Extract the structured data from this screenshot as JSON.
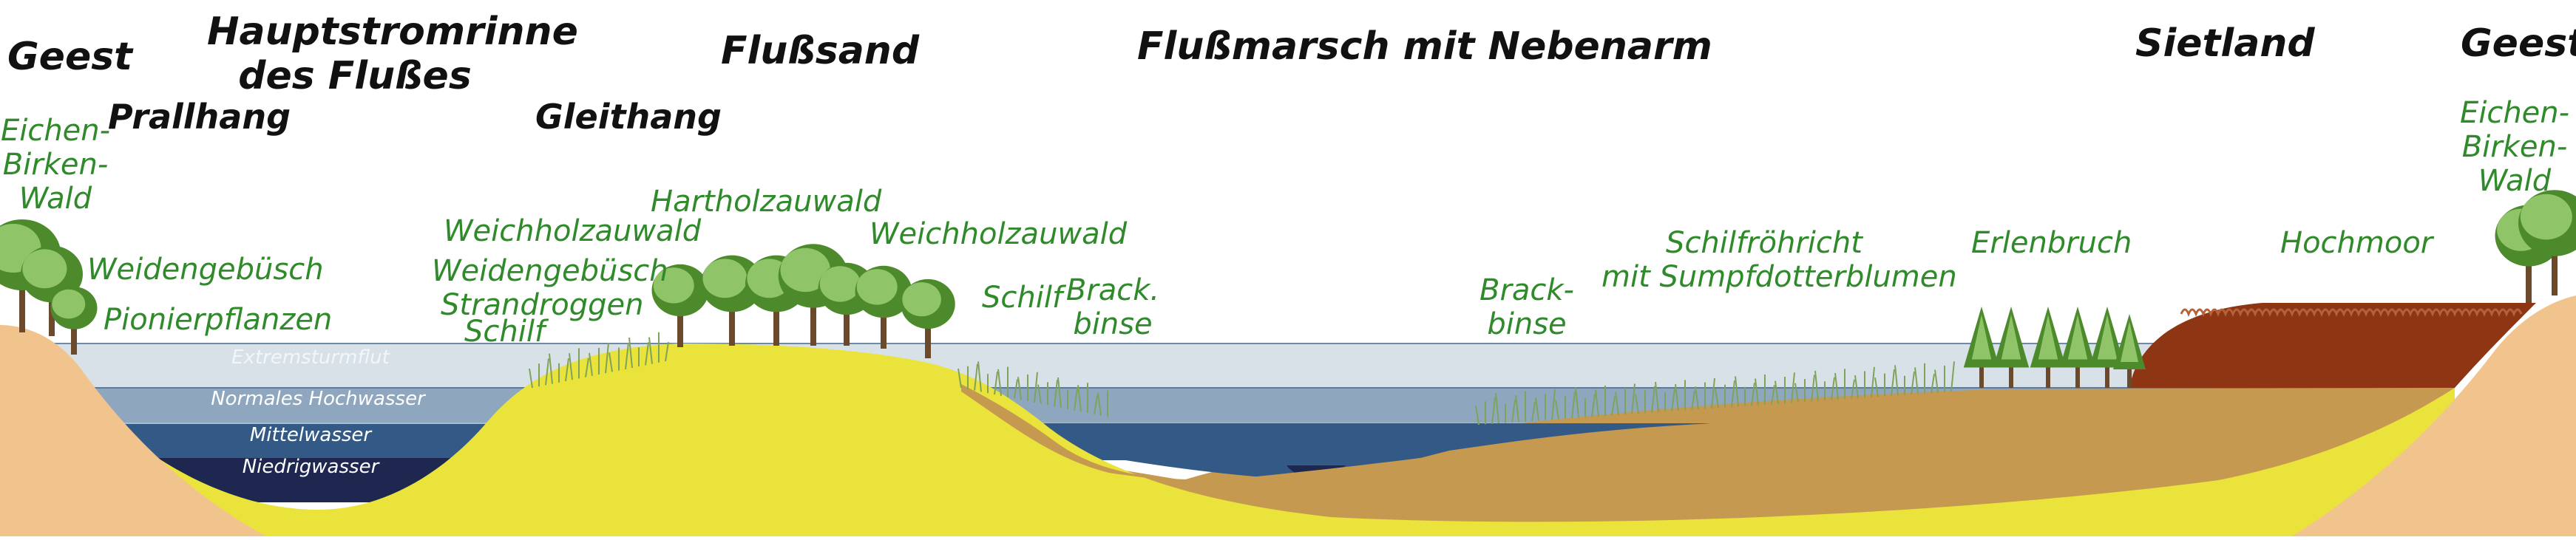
{
  "colors": {
    "geest": "#f1c48e",
    "flusssand": "#e9e33b",
    "marsch": "#c5994f",
    "hochmoor": "#8e3614",
    "niedrigwasser": "#1d2750",
    "mittelwasser": "#335a86",
    "hochwasser": "#8fa7be",
    "sturmflut": "#d8e1e8",
    "tree_light": "#8fc468",
    "tree_dark": "#4c8a2c",
    "trunk": "#6b4a2b",
    "reed": "#7fa35a"
  },
  "headings": {
    "geest_left": "Geest",
    "hauptstromrinne_line1": "Hauptstromrinne",
    "hauptstromrinne_line2": "des Flußes",
    "flusssand": "Flußsand",
    "flussmarsch": "Flußmarsch mit Nebenarm",
    "sietland": "Sietland",
    "geest_right": "Geest"
  },
  "subheadings": {
    "prallhang": "Prallhang",
    "gleithang": "Gleithang"
  },
  "vegetation": {
    "eichen_left": [
      "Eichen-",
      "Birken-",
      "Wald"
    ],
    "weidengebuesch_top": "Weidengebüsch",
    "pionierpflanzen": "Pionierpflanzen",
    "hartholzauwald": "Hartholzauwald",
    "weichholzauwald_left": "Weichholzauwald",
    "weidengebuesch_mid": "Weidengebüsch",
    "strandroggen": "Strandroggen",
    "schilf_left": "Schilf",
    "weichholzauwald_right": "Weichholzauwald",
    "schilf_right": "Schilf",
    "brackbinse_1": [
      "Brack.",
      "binse"
    ],
    "brackbinse_2": [
      "Brack-",
      "binse"
    ],
    "schilfroehricht": [
      "Schilfröhricht",
      "mit Sumpfdotterblumen"
    ],
    "erlenbruch": "Erlenbruch",
    "hochmoor": "Hochmoor",
    "eichen_right": [
      "Eichen-",
      "Birken-",
      "Wald"
    ]
  },
  "water_levels": {
    "extremsturmflut": "Extremsturmflut",
    "normales_hochwasser": "Normales Hochwasser",
    "mittelwasser": "Mittelwasser",
    "niedrigwasser": "Niedrigwasser"
  }
}
